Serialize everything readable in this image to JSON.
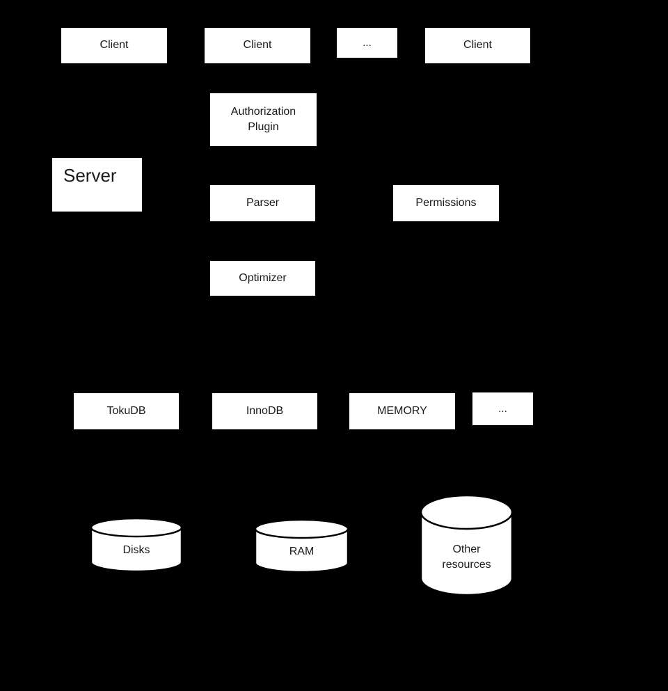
{
  "canvas": {
    "background_color": "#000000",
    "node_fill_color": "#ffffff",
    "node_text_color": "#1a1a1a",
    "cylinder_stroke_color": "#000000"
  },
  "nodes": {
    "client_1": {
      "label": "Client"
    },
    "client_2": {
      "label": "Client"
    },
    "clients_ellipsis": {
      "label": "..."
    },
    "client_3": {
      "label": "Client"
    },
    "authorization_plugin": {
      "line1": "Authorization",
      "line2": "Plugin"
    },
    "server": {
      "label": "Server"
    },
    "parser": {
      "label": "Parser"
    },
    "permissions": {
      "label": "Permissions"
    },
    "optimizer": {
      "label": "Optimizer"
    },
    "tokudb": {
      "label": "TokuDB"
    },
    "innodb": {
      "label": "InnoDB"
    },
    "memory": {
      "label": "MEMORY"
    },
    "engines_ellipsis": {
      "label": "..."
    },
    "disks": {
      "label": "Disks"
    },
    "ram": {
      "label": "RAM"
    },
    "other_resources": {
      "line1": "Other",
      "line2": "resources"
    }
  }
}
